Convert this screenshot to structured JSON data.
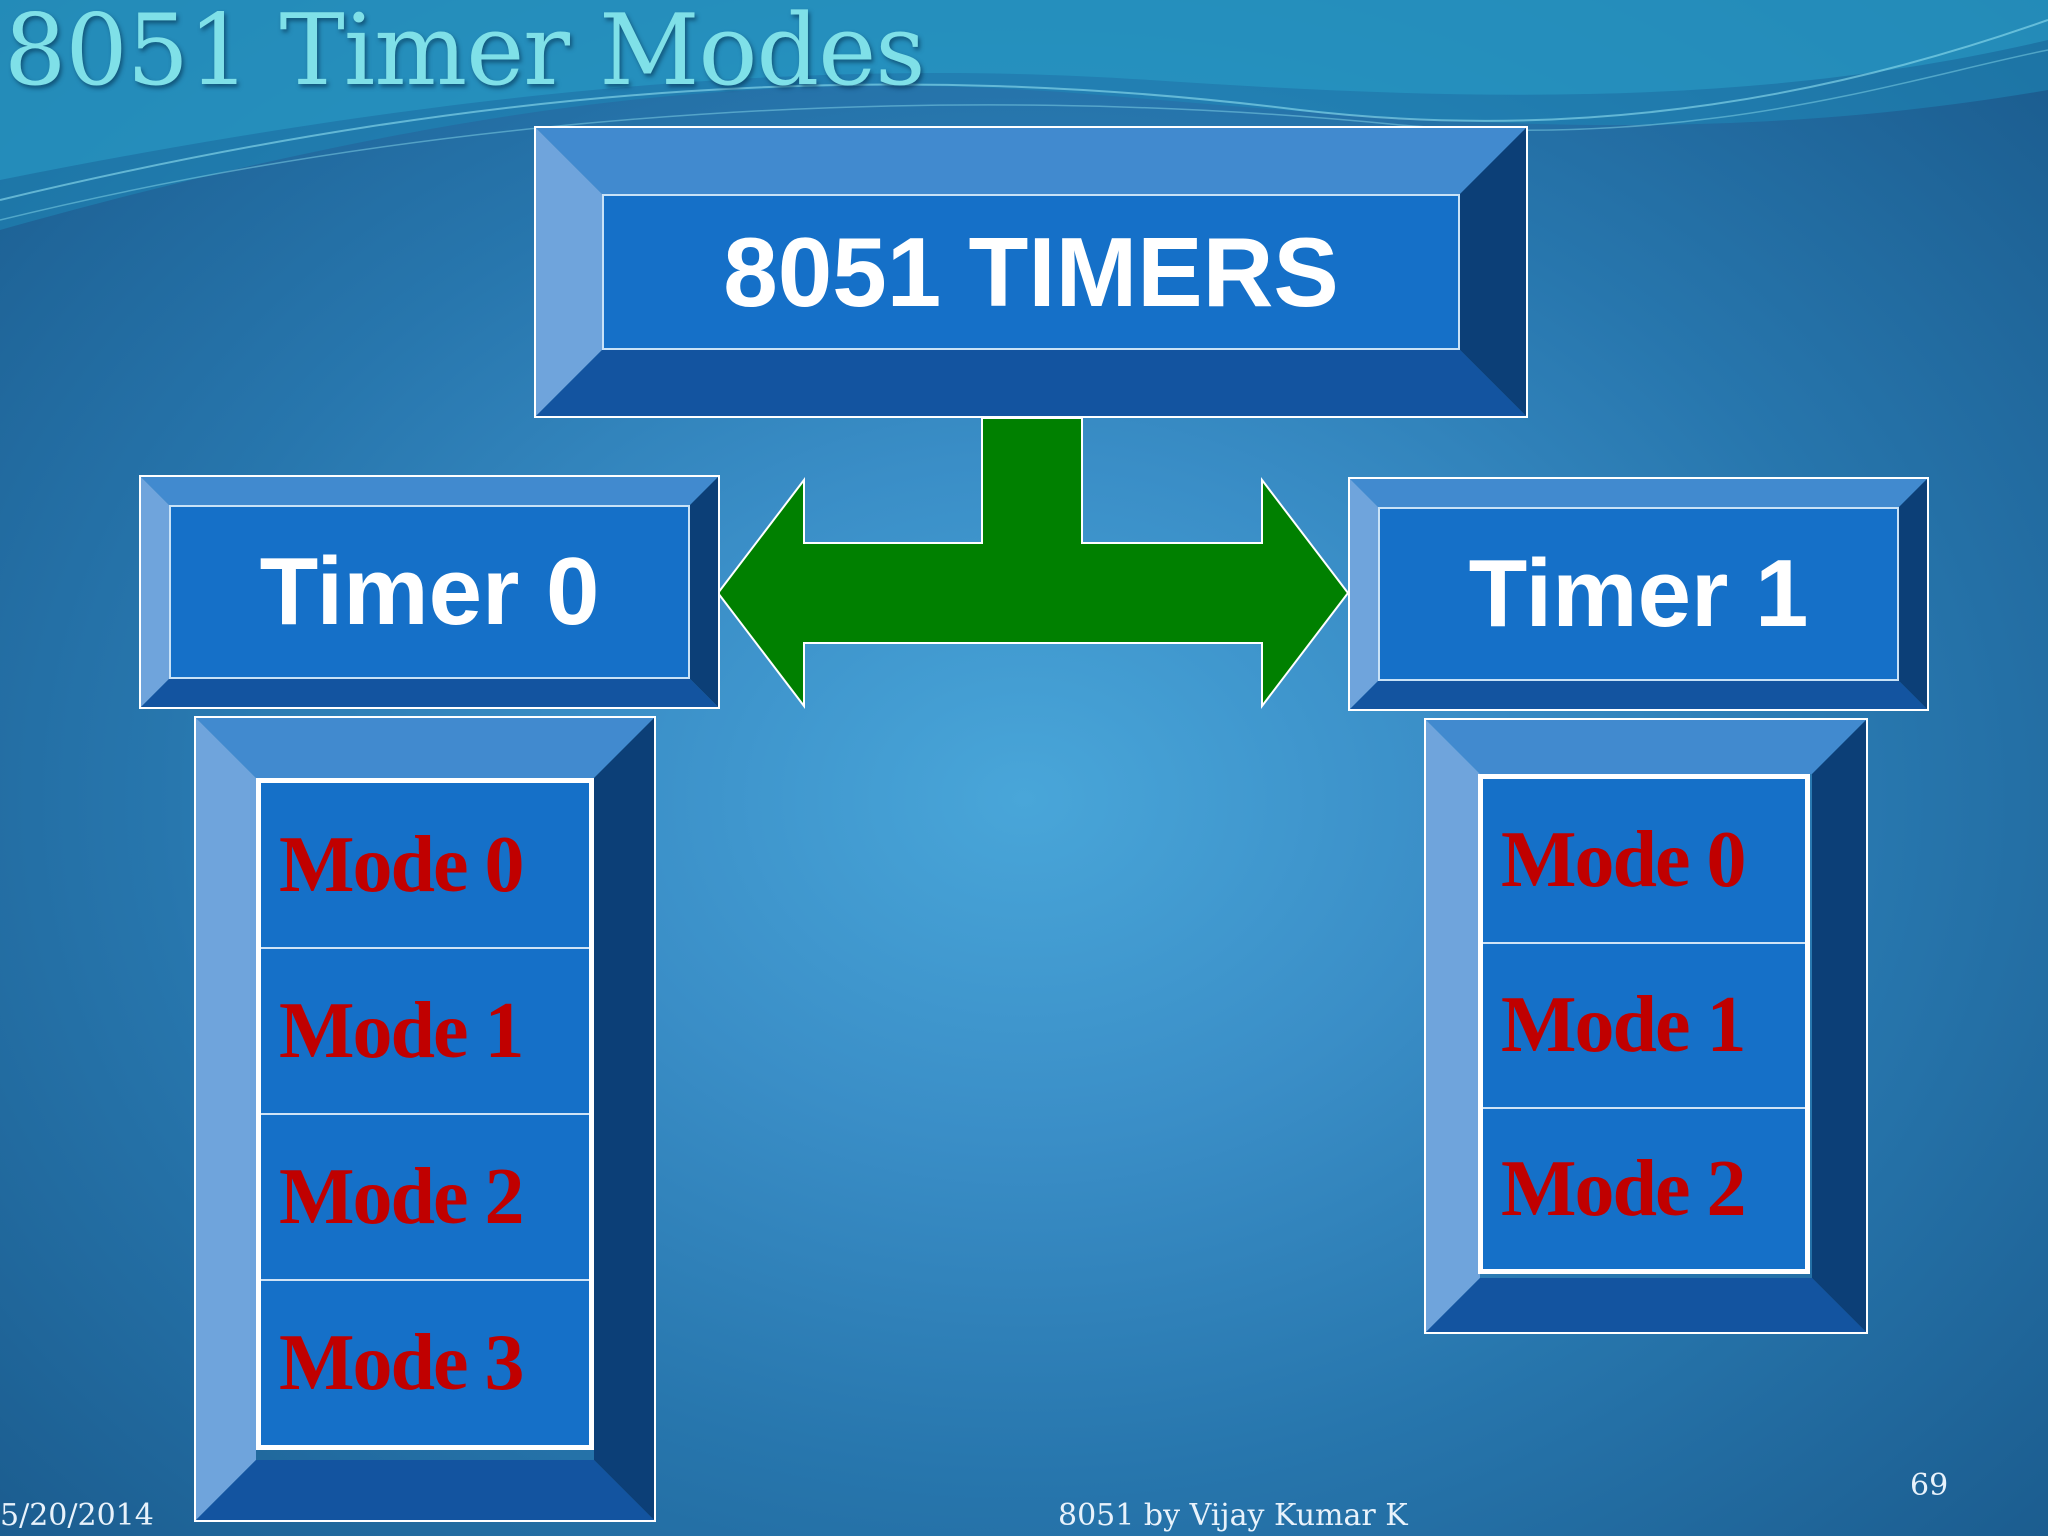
{
  "title": "8051 Timer Modes",
  "root": {
    "label": "8051 TIMERS"
  },
  "timers": [
    {
      "label": "Timer 0",
      "modes": [
        "Mode 0",
        "Mode 1",
        "Mode 2",
        "Mode 3"
      ]
    },
    {
      "label": "Timer 1",
      "modes": [
        "Mode 0",
        "Mode 1",
        "Mode 2"
      ]
    }
  ],
  "footer": {
    "date": "5/20/2014",
    "author": "8051 by Vijay Kumar K",
    "page": "69"
  },
  "colors": {
    "box_fill": "#1570c8",
    "mode_text": "#c00000",
    "arrow": "#008000",
    "title_text": "#7fe0e8"
  }
}
